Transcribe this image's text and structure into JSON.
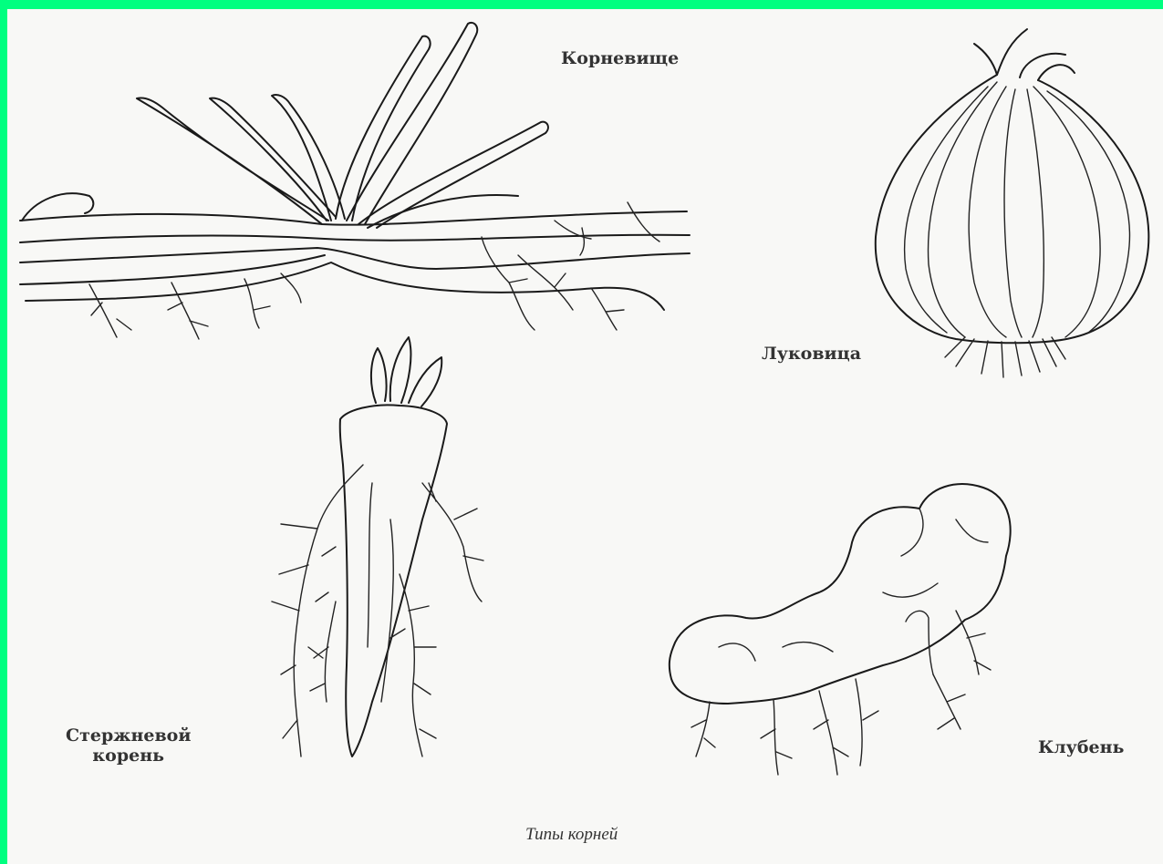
{
  "labels": {
    "rhizome": "Корневище",
    "bulb": "Луковица",
    "taproot": "Стержневой\nкорень",
    "tuber": "Клубень"
  },
  "caption": "Типы корней",
  "colors": {
    "border": "#00ff80",
    "paper": "#f8f8f6",
    "ink": "#1a1a1a"
  }
}
